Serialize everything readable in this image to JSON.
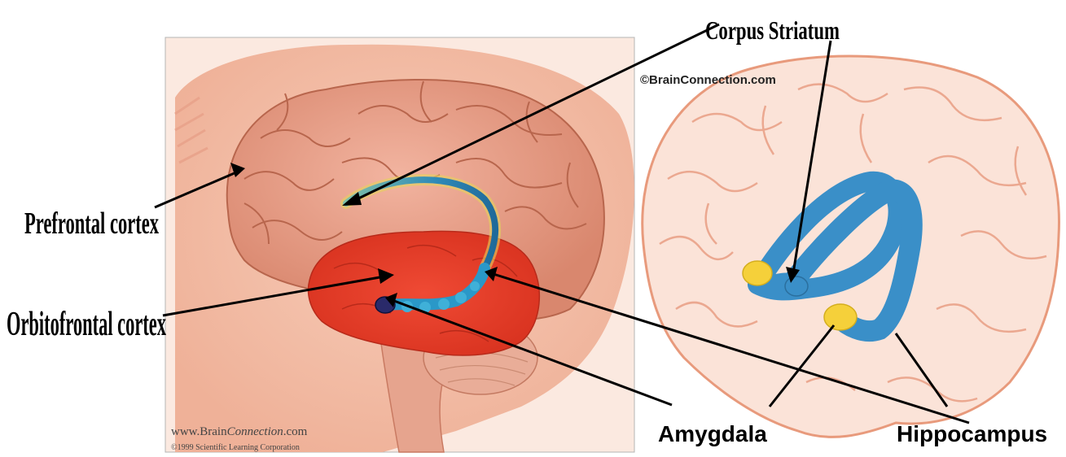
{
  "labels": {
    "corpus_striatum": "Corpus Striatum",
    "prefrontal_cortex": "Prefrontal cortex",
    "orbitofrontal_cortex": "Orbitofrontal cortex",
    "amygdala": "Amygdala",
    "hippocampus": "Hippocampus"
  },
  "left_image": {
    "watermark_prefix": "www.Brain",
    "watermark_italic": "Connection",
    "watermark_suffix": ".com",
    "copyright": "©1999 Scientific Learning Corporation"
  },
  "right_image": {
    "copyright": "©BrainConnection.com"
  },
  "colors": {
    "skin": "#f2b8a0",
    "cortex": "#e9a08e",
    "orbitofrontal": "#e8402e",
    "striatum_blue": "#3a8fc8",
    "amygdala_yellow": "#f5d03a",
    "brain_outline": "#e89a7c"
  }
}
